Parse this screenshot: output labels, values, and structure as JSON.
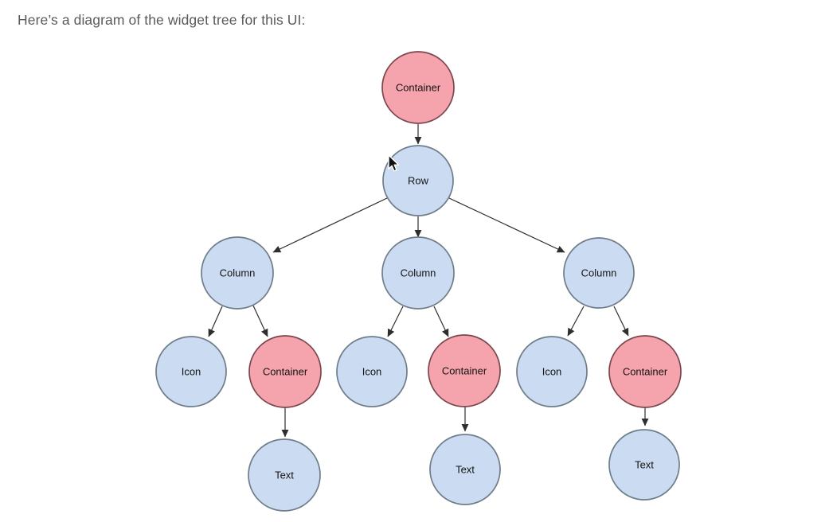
{
  "title": "Here’s a diagram of the widget tree for this UI:",
  "diagram": {
    "description": "Widget tree diagram with circular nodes connected by arrows",
    "nodes": [
      {
        "id": "root-container",
        "label": "Container",
        "kind": "pink"
      },
      {
        "id": "row",
        "label": "Row",
        "kind": "blue"
      },
      {
        "id": "column-1",
        "label": "Column",
        "kind": "blue"
      },
      {
        "id": "column-2",
        "label": "Column",
        "kind": "blue"
      },
      {
        "id": "column-3",
        "label": "Column",
        "kind": "blue"
      },
      {
        "id": "icon-1",
        "label": "Icon",
        "kind": "blue"
      },
      {
        "id": "container-1",
        "label": "Container",
        "kind": "pink"
      },
      {
        "id": "icon-2",
        "label": "Icon",
        "kind": "blue"
      },
      {
        "id": "container-2",
        "label": "Container",
        "kind": "pink"
      },
      {
        "id": "icon-3",
        "label": "Icon",
        "kind": "blue"
      },
      {
        "id": "container-3",
        "label": "Container",
        "kind": "pink"
      },
      {
        "id": "text-1",
        "label": "Text",
        "kind": "blue"
      },
      {
        "id": "text-2",
        "label": "Text",
        "kind": "blue"
      },
      {
        "id": "text-3",
        "label": "Text",
        "kind": "blue"
      }
    ],
    "edges": [
      "root-container>row",
      "row>column-1",
      "row>column-2",
      "row>column-3",
      "column-1>icon-1",
      "column-1>container-1",
      "column-2>icon-2",
      "column-2>container-2",
      "column-3>icon-3",
      "column-3>container-3",
      "container-1>text-1",
      "container-2>text-2",
      "container-3>text-3"
    ],
    "colors": {
      "pink_fill": "#f5a3ac",
      "pink_border": "#7b474d",
      "blue_fill": "#cbdcf2",
      "blue_border": "#6f7c8a",
      "edge": "#2e2e2e",
      "label_text": "#141414",
      "title_text": "#595a5c",
      "background": "#ffffff"
    }
  },
  "cursor": {
    "icon": "arrow-pointer"
  }
}
